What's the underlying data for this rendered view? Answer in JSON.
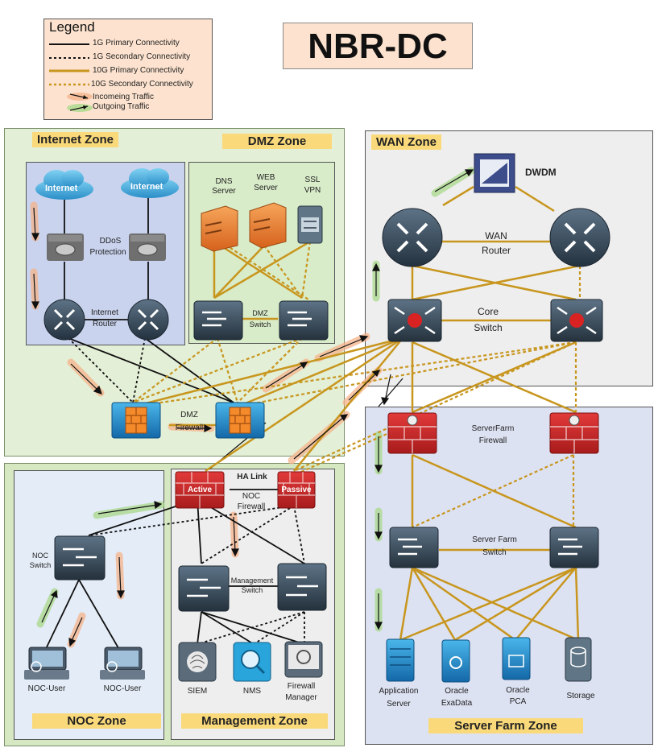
{
  "title": "NBR-DC",
  "legend": {
    "title": "Legend",
    "items": [
      "1G Primary Connectivity",
      "1G Secondary Connectivity",
      "10G Primary Connectivity",
      "10G Secondary Connectivity",
      "Incomeing Traffic",
      "Outgoing Traffic"
    ]
  },
  "colors": {
    "gold": "#c8961e",
    "black": "#111111",
    "zone_green": "#e3efd6",
    "zone_blue": "#c9d3ee",
    "zone_gray": "#eeeeee",
    "title_bg": "#fde3cf",
    "zone_title_bg": "#fad97a"
  },
  "zones": {
    "internet": "Internet Zone",
    "dmz": "DMZ Zone",
    "wan": "WAN Zone",
    "noc": "NOC Zone",
    "management": "Management Zone",
    "server_farm": "Server Farm Zone"
  },
  "labels": {
    "internet1": "Internet",
    "internet2": "Internet",
    "ddos": [
      "DDoS",
      "Protection"
    ],
    "internet_router": [
      "Internet",
      "Router"
    ],
    "dns": [
      "DNS",
      "Server"
    ],
    "web": [
      "WEB",
      "Server"
    ],
    "ssl": [
      "SSL",
      "VPN"
    ],
    "dmz_switch": [
      "DMZ",
      "Switch"
    ],
    "dmz_firewall": [
      "DMZ",
      "Firewall"
    ],
    "dwdm": "DWDM",
    "wan_router": [
      "WAN",
      "Router"
    ],
    "core_switch": [
      "Core",
      "Switch"
    ],
    "serverfarm_firewall": [
      "ServerFarm",
      "Firewall"
    ],
    "serverfarm_switch": [
      "Server Farm",
      "Switch"
    ],
    "app_server": [
      "Application",
      "Server"
    ],
    "oracle_exadata": [
      "Oracle",
      "ExaData"
    ],
    "oracle_pca": [
      "Oracle",
      "PCA"
    ],
    "storage": "Storage",
    "ha_link": "HA Link",
    "active": "Active",
    "passive": "Passive",
    "noc_firewall": [
      "NOC",
      "Firewall"
    ],
    "mgmt_switch": [
      "Management",
      "Switch"
    ],
    "siem": "SIEM",
    "nms": "NMS",
    "firewall_manager": [
      "Firewall",
      "Manager"
    ],
    "noc_switch": [
      "NOC",
      "Switch"
    ],
    "noc_user1": "NOC-User",
    "noc_user2": "NOC-User"
  }
}
